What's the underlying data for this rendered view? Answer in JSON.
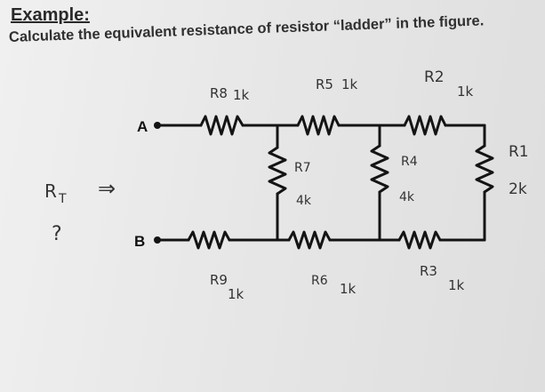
{
  "heading": "Example:",
  "question": "Calculate the equivalent resistance of resistor “ladder” in the figure.",
  "nodes": {
    "a": "A",
    "b": "B"
  },
  "rt": {
    "label": "R",
    "sub": "T",
    "arrow": "⇒",
    "unknown": "?"
  },
  "resistors": {
    "r1": {
      "name": "R1",
      "value": "2k"
    },
    "r2": {
      "name": "R2",
      "value": "1k"
    },
    "r3": {
      "name": "R3",
      "value": "1k"
    },
    "r4": {
      "name": "R4",
      "value": "4k"
    },
    "r5": {
      "name": "R5",
      "value": "1k"
    },
    "r6": {
      "name": "R6",
      "value": "1k"
    },
    "r7": {
      "name": "R7",
      "value": "4k"
    },
    "r8": {
      "name": "R8",
      "value": "1k"
    },
    "r9": {
      "name": "R9",
      "value": "1k"
    }
  },
  "colors": {
    "wire": "#141414",
    "handwriting": "#333333",
    "background": "#e9e9e9"
  }
}
